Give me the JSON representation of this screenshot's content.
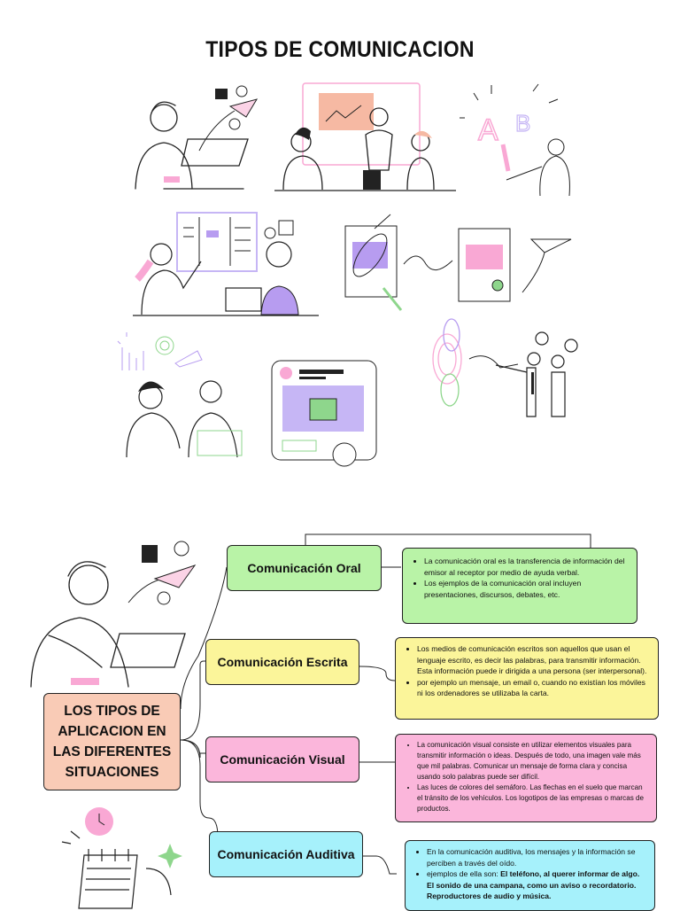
{
  "title": "TIPOS DE COMUNICACION",
  "center": "LOS TIPOS DE APLICACION EN LAS DIFERENTES SITUACIONES",
  "colors": {
    "oral": "#b9f3a7",
    "escrita": "#fbf59a",
    "visual": "#fbb6db",
    "auditiva": "#a6f1fb",
    "center": "#f9cbb6",
    "accent_purple": "#b79cf0",
    "accent_pink": "#f9a8d4"
  },
  "types": [
    {
      "name": "Comunicación Oral",
      "bullets": [
        "La comunicación oral es la transferencia de información del emisor al receptor por medio de ayuda verbal.",
        " Los ejemplos de la comunicación oral incluyen presentaciones, discursos, debates, etc."
      ]
    },
    {
      "name": "Comunicación Escrita",
      "bullets": [
        "Los medios de comunicación escritos son aquellos que usan el lenguaje escrito, es decir las palabras, para transmitir información. Esta información puede ir dirigida a una persona (ser interpersonal).",
        " por ejemplo un mensaje, un email o, cuando no existían los móviles ni los ordenadores se utilizaba la carta."
      ]
    },
    {
      "name": "Comunicación Visual",
      "bullets": [
        "La comunicación visual consiste en utilizar elementos visuales para transmitir información o ideas. Después de todo, una imagen vale más que mil palabras. Comunicar un mensaje de forma clara y concisa usando solo palabras puede ser difícil.",
        "Las luces de colores del semáforo. Las flechas en el suelo que marcan el tránsito de los vehículos. Los logotipos de las empresas o marcas de productos."
      ]
    },
    {
      "name": "Comunicación Auditiva",
      "bullets": [
        "En la comunicación auditiva, los mensajes y la información se perciben a través del oído.",
        "ejemplos de ella son: ",
        "El teléfono, al querer informar de algo. El sonido de una campana, como un aviso o recordatorio. Reproductores de audio y música."
      ]
    }
  ],
  "illustrations": [
    "person-laptop-illustration",
    "presentation-meeting-illustration",
    "alphabet-learning-illustration",
    "whiteboard-planning-illustration",
    "phone-call-illustration",
    "document-exchange-illustration",
    "paper-plane-icon",
    "brainstorm-illustration",
    "shopping-app-illustration",
    "target-business-illustration",
    "calendar-illustration"
  ]
}
